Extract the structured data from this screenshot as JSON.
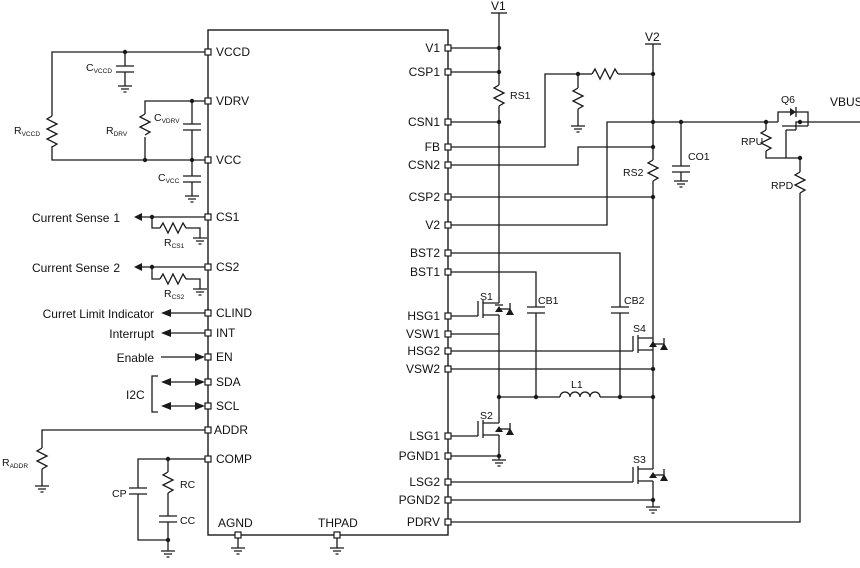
{
  "ic_pins_left": {
    "vccd": "VCCD",
    "vdrv": "VDRV",
    "vcc": "VCC",
    "cs1": "CS1",
    "cs2": "CS2",
    "clind": "CLIND",
    "int": "INT",
    "en": "EN",
    "sda": "SDA",
    "scl": "SCL",
    "addr": "ADDR",
    "comp": "COMP"
  },
  "ic_pins_bottom": {
    "agnd": "AGND",
    "thpad": "THPAD"
  },
  "ic_pins_right": {
    "v1": "V1",
    "csp1": "CSP1",
    "csn1": "CSN1",
    "fb": "FB",
    "csn2": "CSN2",
    "csp2": "CSP2",
    "v2": "V2",
    "bst2": "BST2",
    "bst1": "BST1",
    "hsg1": "HSG1",
    "vsw1": "VSW1",
    "hsg2": "HSG2",
    "vsw2": "VSW2",
    "lsg1": "LSG1",
    "pgnd1": "PGND1",
    "lsg2": "LSG2",
    "pgnd2": "PGND2",
    "pdrv": "PDRV"
  },
  "signals": {
    "current_sense_1": "Current Sense",
    "current_sense_1_num": "1",
    "current_sense_2": "Current Sense",
    "current_sense_2_num": "2",
    "current_limit": "Curret Limit Indicator",
    "interrupt": "Interrupt",
    "enable": "Enable",
    "i2c": "I2C"
  },
  "rails": {
    "v1": "V1",
    "v2": "V2",
    "vbus": "VBUS"
  },
  "components": {
    "c_vccd": {
      "main": "C",
      "sub": "VCCD"
    },
    "c_vdrv": {
      "main": "C",
      "sub": "VDRV"
    },
    "c_vcc": {
      "main": "C",
      "sub": "VCC"
    },
    "r_vccd": {
      "main": "R",
      "sub": "VCCD"
    },
    "r_drv": {
      "main": "R",
      "sub": "DRV"
    },
    "r_cs1": {
      "main": "R",
      "sub": "CS1"
    },
    "r_cs2": {
      "main": "R",
      "sub": "CS2"
    },
    "r_addr": {
      "main": "R",
      "sub": "ADDR"
    },
    "cp": "CP",
    "rc": "RC",
    "cc": "CC",
    "rs1": "RS1",
    "rs2": "RS2",
    "co1": "CO1",
    "cb1": "CB1",
    "cb2": "CB2",
    "l1": "L1",
    "s1": "S1",
    "s2": "S2",
    "s3": "S3",
    "s4": "S4",
    "q6": "Q6",
    "rpu": "RPU",
    "rpd": "RPD"
  }
}
